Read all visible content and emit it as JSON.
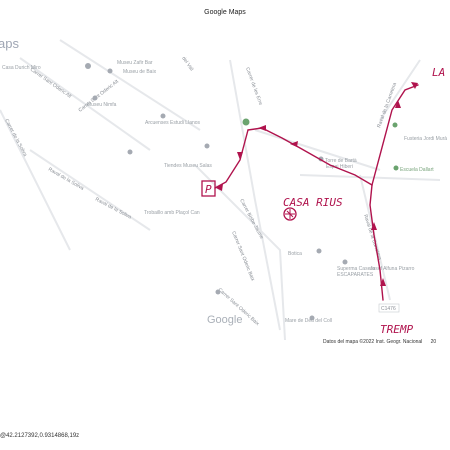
{
  "header": {
    "title": "Google Maps"
  },
  "brand": {
    "partial": "aps"
  },
  "map": {
    "streets": {
      "sant_oderic_alt": "Carrer Sant Oderic Alt",
      "sant_oderic_alt_2": "Carrer Sant Oderic Alt",
      "soliva": "Carrer de la Soliva",
      "ravel_soliva": "Raval de la Soliva",
      "ravel_soliva_2": "Raval de la Soliva",
      "erre": "Carrer de les Erre",
      "vall": "del Vall",
      "bisbe_jaume": "Carrer Bisbe Jaume",
      "sant_oderic_baix": "Carrer Sant Oderic Baix",
      "sant_oderic_baix_2": "Carrer Sant Oderic Baix",
      "raval_carretera": "Raval de la Carretera",
      "raval_carretera_2": "Raval de la Carretera",
      "road_code": "C1476"
    },
    "pois": {
      "casa_durich": "Casa Durich Miro",
      "museu_zafir": "Museu Zafir Bar",
      "museu_zafir_2": "Museu de Baix",
      "museu_nimfa": "Museu Nimfa",
      "arcuenses": "Arcuenses Estudi Llanos",
      "tiendes": "Tiendes Museu Salas",
      "trabaillo": "Trobaillo amb Plaçol Can",
      "torre_barta": "Torre de Bartà",
      "espai_hiberi": "Espai Hiberi",
      "fusteria": "Fusteria Jordi Murà",
      "escuela": "Escuela Dallart",
      "botica": "Botica",
      "superma": "Superma Casera",
      "superma_2": "ESCAPARATES",
      "josef": "Josef Alfuna Pizarro",
      "mare_deu": "Mare de Deu del Coll"
    },
    "annotations": {
      "parking": "P",
      "casa_rius": "CASA RIUS",
      "la_v": "LA V",
      "tremp": "TREMP"
    },
    "logo": "Google"
  },
  "copyright": "Datos del mapa ©2022 Inst. Geogr. Nacional",
  "copyright_trail": "20",
  "coords": "@42.2127392,0.9314868,19z",
  "colors": {
    "route": "#b0134d",
    "street_line": "#e3e5e8",
    "poi_pin": "#a5aab2",
    "green_pin": "#6aa36e"
  }
}
